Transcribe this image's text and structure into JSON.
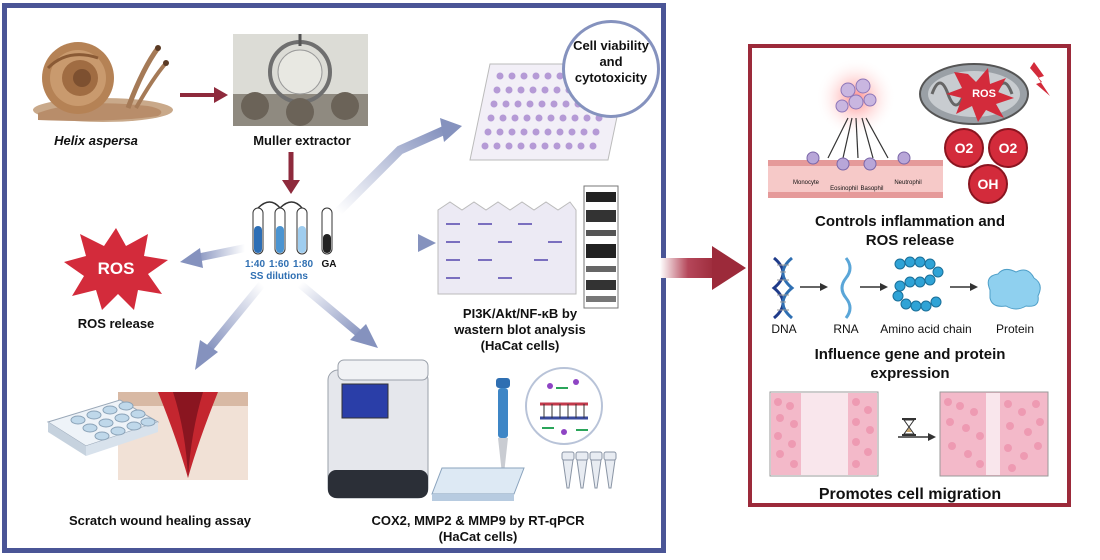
{
  "left_panel": {
    "snail_label": "Helix aspersa",
    "extractor_label": "Muller extractor",
    "dilutions": {
      "tubes": [
        "1:40",
        "1:60",
        "1:80",
        "GA"
      ],
      "caption": "SS dilutions"
    },
    "ros_badge": "ROS",
    "ros_label": "ROS release",
    "viability_label": "Cell viability and cytotoxicity",
    "western_label_1": "PI3K/Akt/NF-κB by",
    "western_label_2": "wastern blot analysis",
    "western_label_3": "(HaCat cells)",
    "scratch_label": "Scratch wound healing assay",
    "qpcr_label_1": "COX2, MMP2 & MMP9 by RT-qPCR",
    "qpcr_label_2": "(HaCat cells)"
  },
  "right_panel": {
    "inflammation_title_1": "Controls inflammation and",
    "inflammation_title_2": "ROS release",
    "cells": [
      "Monocyte",
      "Eosinophil",
      "Basophil",
      "Neutrophil"
    ],
    "mito_badge": "ROS",
    "radicals": [
      "O2",
      "O2",
      "OH"
    ],
    "gene_steps": [
      "DNA",
      "RNA",
      "Amino acid chain",
      "Protein"
    ],
    "gene_title_1": "Influence gene and protein",
    "gene_title_2": "expression",
    "migration_title": "Promotes cell migration"
  },
  "colors": {
    "left_border": "#4a5596",
    "right_border": "#9c2a3a",
    "arrow_blue": "#8592be",
    "arrow_red": "#9c2a3a",
    "ros_red": "#d32b3b"
  }
}
